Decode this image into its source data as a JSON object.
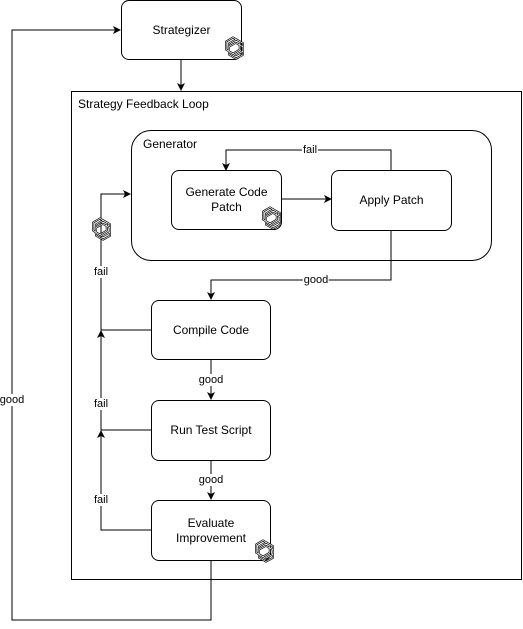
{
  "nodes": {
    "strategizer": "Strategizer",
    "generate_code_patch": "Generate Code Patch",
    "apply_patch": "Apply Patch",
    "compile_code": "Compile Code",
    "run_test_script": "Run Test Script",
    "evaluate_improvement": "Evaluate Improvement"
  },
  "containers": {
    "feedback_loop": "Strategy Feedback Loop",
    "generator": "Generator"
  },
  "edge_labels": {
    "apply_to_generate": "fail",
    "apply_to_compile": "good",
    "compile_to_test": "good",
    "test_to_evaluate": "good",
    "compile_fail": "fail",
    "test_fail": "fail",
    "evaluate_fail": "fail",
    "evaluate_to_strategizer": "good"
  },
  "icons": {
    "strategizer": "openai-icon",
    "generate_code_patch": "openai-icon",
    "evaluate_improvement": "openai-icon",
    "generator": "openai-icon"
  }
}
